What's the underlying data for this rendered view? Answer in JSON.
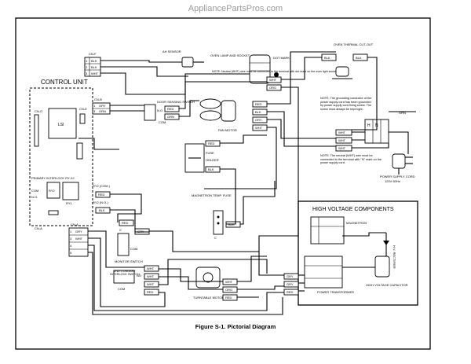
{
  "watermark": "AppliancePartsPros.com",
  "caption": "Figure S-1. Pictorial Diagram",
  "control_unit": {
    "title": "CONTROL UNIT",
    "connectors": {
      "cn_f": "CN-F",
      "cn_b": "CN-B",
      "cn_e": "CN-E",
      "cn_g": "CN-G",
      "cn_a": "CN-A"
    },
    "lsi": "LSI",
    "primary_interlock": "PRIMARY INTERLOCK RY-X2",
    "ry1": "RY1",
    "ry2": "RY2",
    "com": "COM",
    "no": "N.O.",
    "ry2_com": "RY2 (COM.)",
    "ry2_no": "RY2 (N.O.)"
  },
  "cn_f_pins": [
    "1",
    "2",
    "3"
  ],
  "cn_f_wires": [
    "BLK",
    "BLK",
    "WHT"
  ],
  "cn_b_pins": [
    "1",
    "3"
  ],
  "cn_b_wires": [
    "GRY",
    "GRN"
  ],
  "cn_a_pins": [
    "1",
    "3",
    "4",
    "5"
  ],
  "cn_a_wires": [
    "GRY",
    "WHT",
    "",
    ""
  ],
  "ry2_com_wire": "RED",
  "ry2_no_wire": "BLK",
  "ah_sensor": "AH SENSOR",
  "door_switch": {
    "label": "DOOR SENSING SWITCH",
    "no": "N.O",
    "com": "COM.",
    "wire1": "RED",
    "wire2": "GRN"
  },
  "oven_lamp": {
    "label": "OVEN LAMP AND SOCKET",
    "dot_mark": "DOT MARK",
    "note": "NOTE: Neutral (WHT) wire must be connected to the terminal with dot mark on the oven light socket.",
    "wire1": "WHT",
    "wire2": "ORG"
  },
  "oven_thermal": {
    "label": "OVEN THERMAL CUT-OUT",
    "wire1": "BLK",
    "wire2": "BLK"
  },
  "fan_motor": {
    "label": "FAN MOTOR",
    "wires": [
      "RED",
      "BLK",
      "GRY",
      "WHT"
    ]
  },
  "grounding_note": "NOTE: The grounding conductor of the power supply cord has been grounded by power supply cord fixing screw. The screw must always be kept tight.",
  "fuse_holder": {
    "label1": "FUSE",
    "label2": "HOLDER",
    "wire1": "RED",
    "wire2": "BLK"
  },
  "power_terminals": {
    "wires": [
      "WHT",
      "WHT",
      "WHT"
    ],
    "h": "H",
    "n": "N",
    "grn": "GRN"
  },
  "neutral_note": "NOTE: The neutral (WHT) wire must be connected to the terminal with \"N\" mark on the power supply cord.",
  "power_cord": {
    "label": "POWER SUPPLY CORD",
    "spec": "120V 60Hz"
  },
  "magnetron_fuse": {
    "label": "MAGNETRON TEMP. FUSE",
    "wire1": "BLK",
    "c": "C"
  },
  "high_voltage": {
    "title": "HIGH VOLTAGE COMPONENTS",
    "magnetron": "MAGNETRON",
    "rectifier": "H.V. RECTIFIER",
    "capacitor": "HIGH VOLTAGE CAPACITOR",
    "transformer": "POWER TRANSFORMER"
  },
  "monitor_switch": {
    "label": "MONITOR SWITCH",
    "c": "C",
    "com": "COM",
    "wire1": "RED",
    "wire2": "GRY"
  },
  "secondary_interlock": {
    "label": "2ND CONDARY INTERLOCK SWITCH",
    "no": "NO",
    "com": "COM",
    "wires": [
      "WHT",
      "WHT",
      "WHT",
      "RED"
    ]
  },
  "turntable_motor": {
    "label": "TURNTABLE MOTOR",
    "wires": [
      "WHT",
      "ORG",
      "RED"
    ]
  },
  "transformer_wires": [
    "GRY",
    "GRY",
    "RED"
  ]
}
